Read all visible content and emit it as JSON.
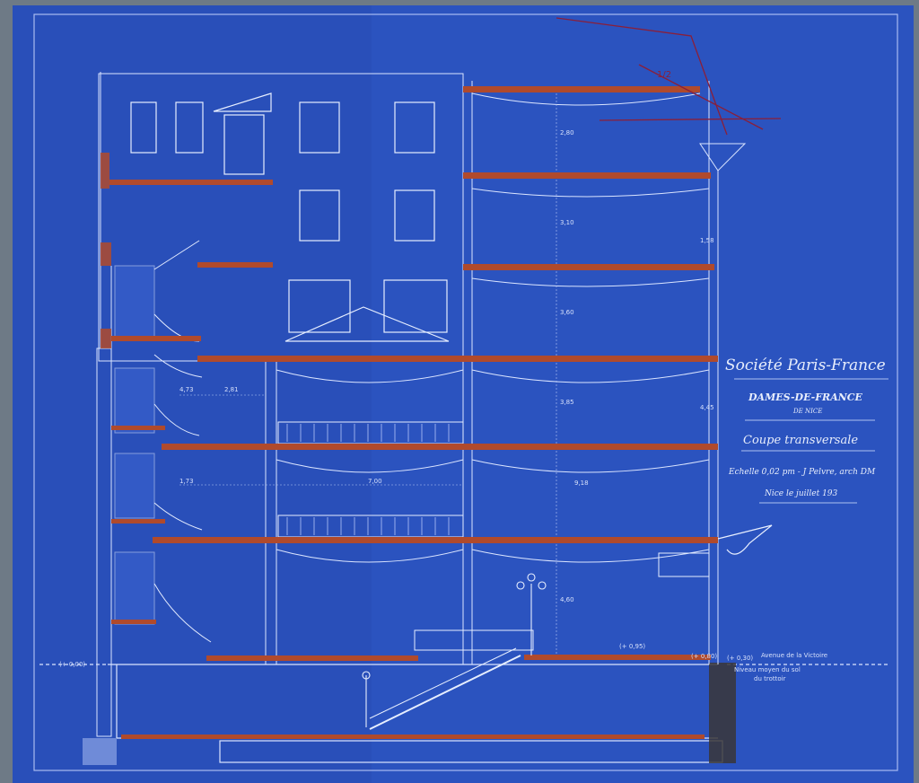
{
  "cartouche": {
    "company": "Société Paris-France",
    "store": "DAMES-DE-FRANCE",
    "city": "DE NICE",
    "drawing_title": "Coupe transversale",
    "scale": "Echelle 0,02 pm - J Pelvre, arch DM",
    "date": "Nice le juillet 193"
  },
  "street_label": "Avenue de la Victoire",
  "note_line1": "Niveau moyen du sol",
  "note_line2": "du trottoir",
  "level_marks": [
    "(+ 0,00)",
    "(+ 0,95)",
    "(+ 0,30)",
    "(+ 0,80)"
  ],
  "dimensions": [
    "4,73",
    "2,81",
    "2,80",
    "3,10",
    "3,60",
    "3,85",
    "4,60",
    "9,18",
    "7,00",
    "1,73",
    "4,45",
    "1,58"
  ],
  "colors": {
    "paper": "#2d55c2",
    "paper_dark": "#1f43a6",
    "line": "#dbe5ff",
    "section": "#b04a2c"
  }
}
